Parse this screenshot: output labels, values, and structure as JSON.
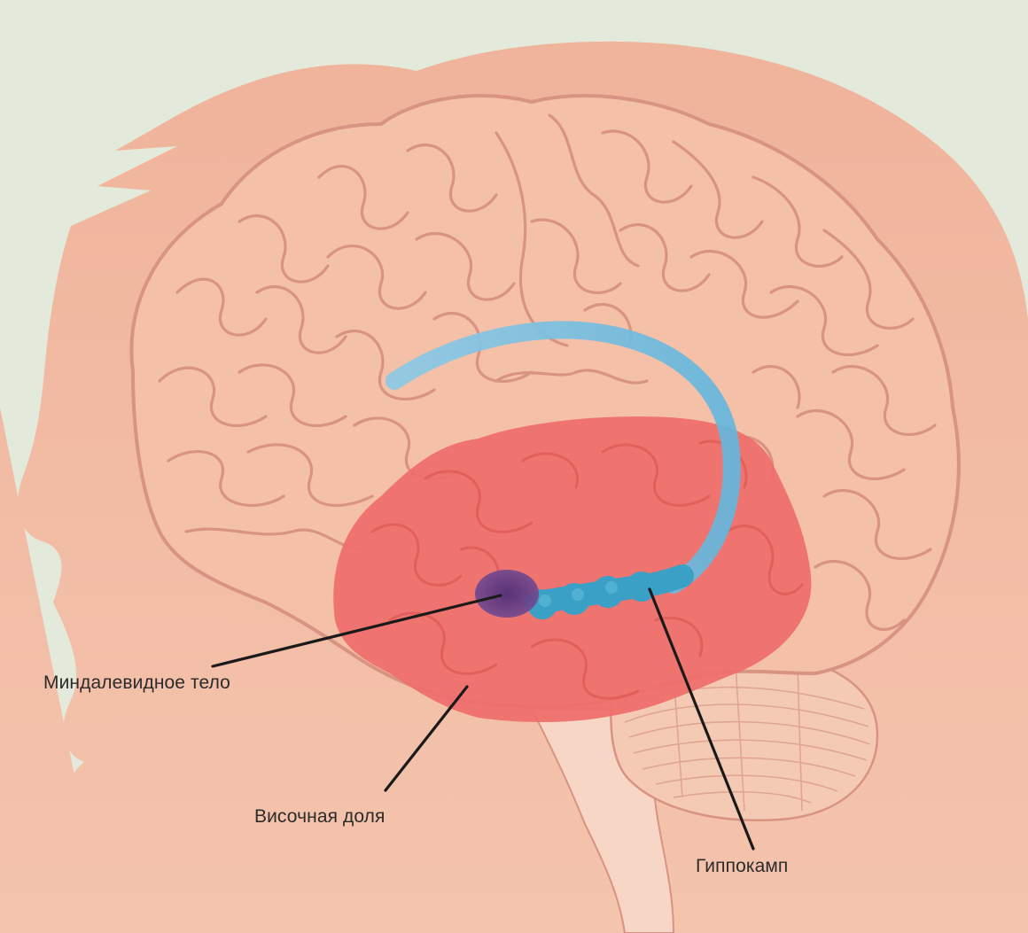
{
  "diagram": {
    "labels": {
      "amygdala": "Миндалевидное тело",
      "temporal_lobe": "Височная доля",
      "hippocampus": "Гиппокамп"
    },
    "colors": {
      "background": "#e3eadb",
      "head": "#f2b9a1",
      "brain_fill": "#f4c0a7",
      "brain_outline": "#d99383",
      "temporal_lobe": "#ee6e6a",
      "hippocampus": "#3aa0c6",
      "fornix": "#7ec3e3",
      "amygdala": "#5a3a82",
      "cerebellum": "#f5cab4",
      "brainstem": "#f7d6c6",
      "leader_line": "#1a1a1a"
    },
    "icons": [
      "head-silhouette",
      "brain-shape",
      "cerebellum-shape",
      "brainstem-shape"
    ]
  }
}
